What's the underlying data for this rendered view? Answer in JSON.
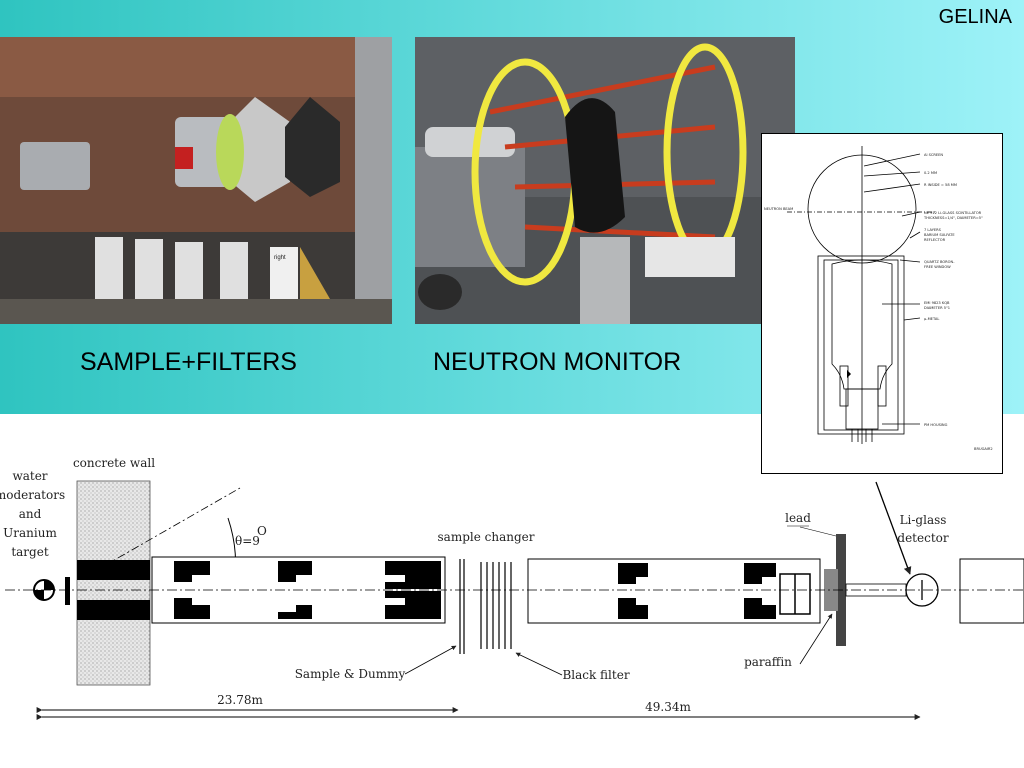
{
  "slide": {
    "title": "GELINA",
    "colors": {
      "bg_left": "#2fc4c0",
      "bg_right": "#9ef2f8"
    }
  },
  "photos": {
    "sample_filters": {
      "caption": "SAMPLE+FILTERS",
      "tag_text": "right"
    },
    "neutron_monitor": {
      "caption": "NEUTRON MONITOR"
    }
  },
  "detector_drawing": {
    "labels": {
      "al_screen": "Al SCREEN",
      "thickness": "0.2 MM",
      "radius": "R INSIDE = 58 MM",
      "neutron_beam": "NEUTRON BEAM",
      "scintillator": "NE 912 Li-GLASS SCINTILLATOR",
      "scintillator_dims": "THICKNESS=1/4\", DIAMETER=5\"",
      "layers": "7 LAYERS",
      "reflector": "BARIUM SULFATE",
      "reflector2": "REFLECTOR",
      "quartz": "QUARTZ        BORON-",
      "quartz2": "FREE WINDOW",
      "emi": "EMI 9823 KQB",
      "emi2": "DIAMETER 5\"1",
      "metal": "μ-METAL",
      "housing": "PM HOUSING",
      "code": "BRUGAIR2"
    }
  },
  "beamline": {
    "labels": {
      "source": [
        "water",
        "moderators",
        "and",
        "Uranium",
        "target"
      ],
      "concrete_wall": "concrete wall",
      "angle": "θ=9",
      "angle_sup": "O",
      "sample_changer": "sample changer",
      "lead": "lead",
      "detector": [
        "Li-glass",
        "detector"
      ],
      "sample_dummy": "Sample & Dummy",
      "black_filter": "Black filter",
      "paraffin": "paraffin",
      "dist_1": "23.78m",
      "dist_2": "49.34m"
    }
  }
}
